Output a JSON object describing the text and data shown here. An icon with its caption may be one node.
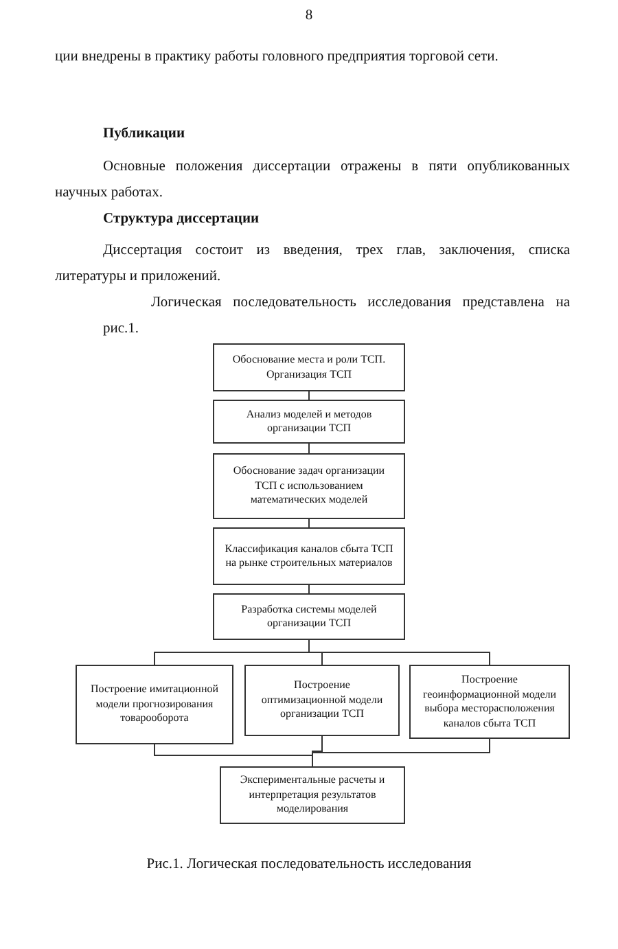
{
  "diagram": {
    "caption": "Рис.1. Логическая последовательность исследования",
    "nodes": [
      {
        "text": [
          "Обоснование места и роли ТСП. Организация ТСП"
        ]
      },
      {
        "text": [
          "Анализ моделей и методов организации ТСП"
        ]
      },
      {
        "text": [
          "Обоснование задач организации ТСП с использованием математических моделей"
        ]
      },
      {
        "text": [
          "Классификация каналов сбыта ТСП на рынке строительных материалов"
        ]
      },
      {
        "text": [
          "Разработка системы моделей организации ТСП"
        ]
      },
      {
        "text": [
          "Построение имитационной модели прогнозирования товарооборота"
        ]
      },
      {
        "text": [
          "Построение оптимизационной модели организации ТСП"
        ]
      },
      {
        "text": [
          "Построение геоинформационной модели выбора месторасположения каналов сбыта ТСП"
        ]
      },
      {
        "text": [
          "Экспериментальные расчеты и интерпретация результатов моделирования"
        ]
      }
    ],
    "edges": [
      {
        "from": 0,
        "to": 1,
        "arrow": "none"
      },
      {
        "from": 1,
        "to": 2,
        "arrow": "none"
      },
      {
        "from": 2,
        "to": 3,
        "arrow": "none"
      },
      {
        "from": 3,
        "to": 4,
        "arrow": "none"
      },
      {
        "from": 4,
        "to": 5,
        "arrow": "none"
      },
      {
        "from": 4,
        "to": 6,
        "arrow": "none"
      },
      {
        "from": 4,
        "to": 7,
        "arrow": "none"
      },
      {
        "from": 5,
        "to": 8,
        "arrow": "none"
      },
      {
        "from": 6,
        "to": 8,
        "arrow": "none"
      },
      {
        "from": 7,
        "to": 8,
        "arrow": "none"
      }
    ],
    "labels": [
      "8",
      "ции внедрены в практику работы головного предприятия торговой сети.",
      "Публикации",
      "Основные положения диссертации отражены в пяти опубликованных научных работах.",
      "Структура диссертации",
      "Диссертация состоит из введения, трех глав, заключения, списка литературы и приложений.",
      "Логическая последовательность исследования представлена на рис.1."
    ]
  }
}
